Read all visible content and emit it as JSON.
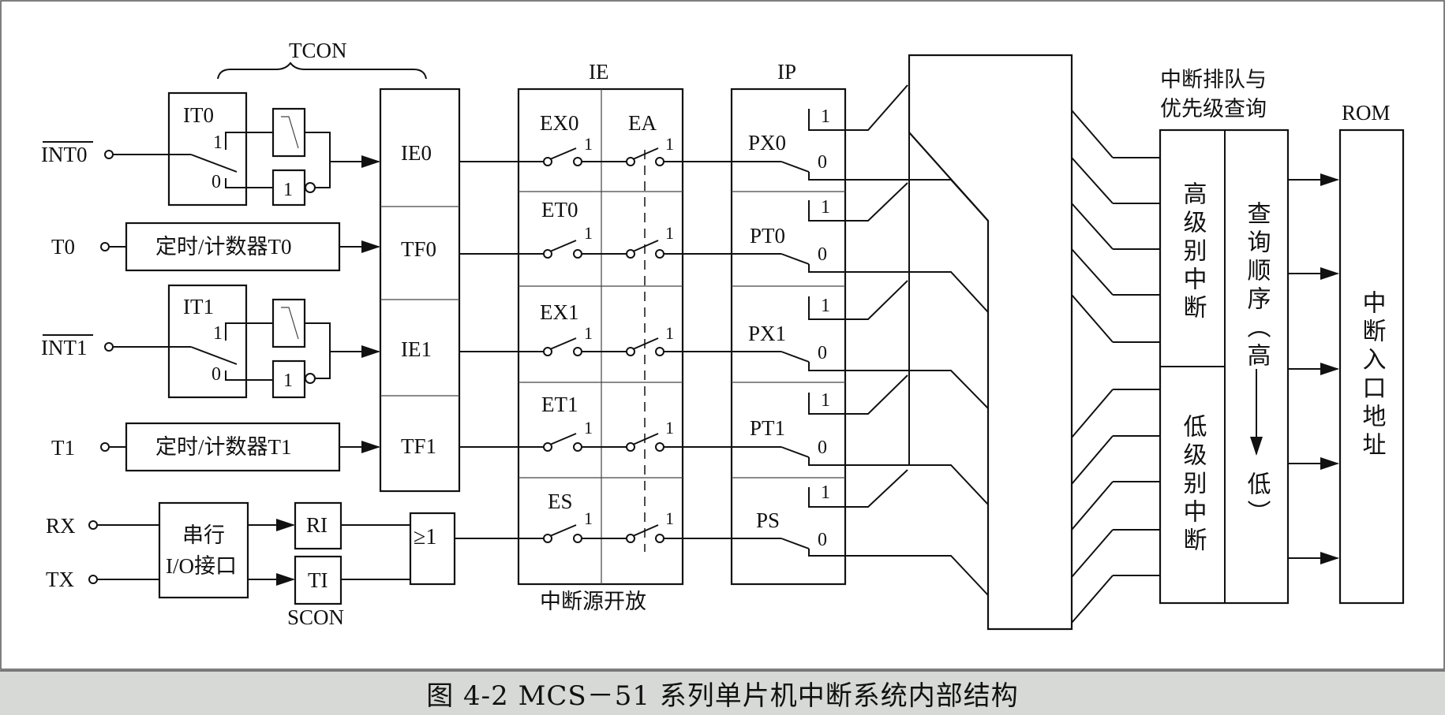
{
  "inputs": [
    "INT0",
    "T0",
    "INT1",
    "T1",
    "RX",
    "TX"
  ],
  "tcon": {
    "label": "TCON",
    "it0": "IT0",
    "it1": "IT1",
    "one": "1",
    "zero": "0",
    "flags": [
      "IE0",
      "TF0",
      "IE1",
      "TF1"
    ]
  },
  "timer0": "定时/计数器T0",
  "timer1": "定时/计数器T1",
  "serial": {
    "line1": "串行",
    "line2": "I/O接口",
    "ri": "RI",
    "ti": "TI",
    "scon": "SCON",
    "or_gate": "≥1"
  },
  "ie": {
    "label": "IE",
    "bits": [
      "EX0",
      "ET0",
      "EX1",
      "ET1",
      "ES"
    ],
    "ea": "EA",
    "footer": "中断源开放"
  },
  "ip": {
    "label": "IP",
    "bits": [
      "PX0",
      "PT0",
      "PX1",
      "PT1",
      "PS"
    ]
  },
  "queue": {
    "title1": "中断排队与",
    "title2": "优先级查询",
    "high": "高级别中断",
    "low": "低级别中断",
    "order": "查询顺序（高",
    "order_low": "低）"
  },
  "rom": {
    "label": "ROM",
    "text": "中断入口地址"
  },
  "caption": "图 4-2    MCS－51 系列单片机中断系统内部结构"
}
